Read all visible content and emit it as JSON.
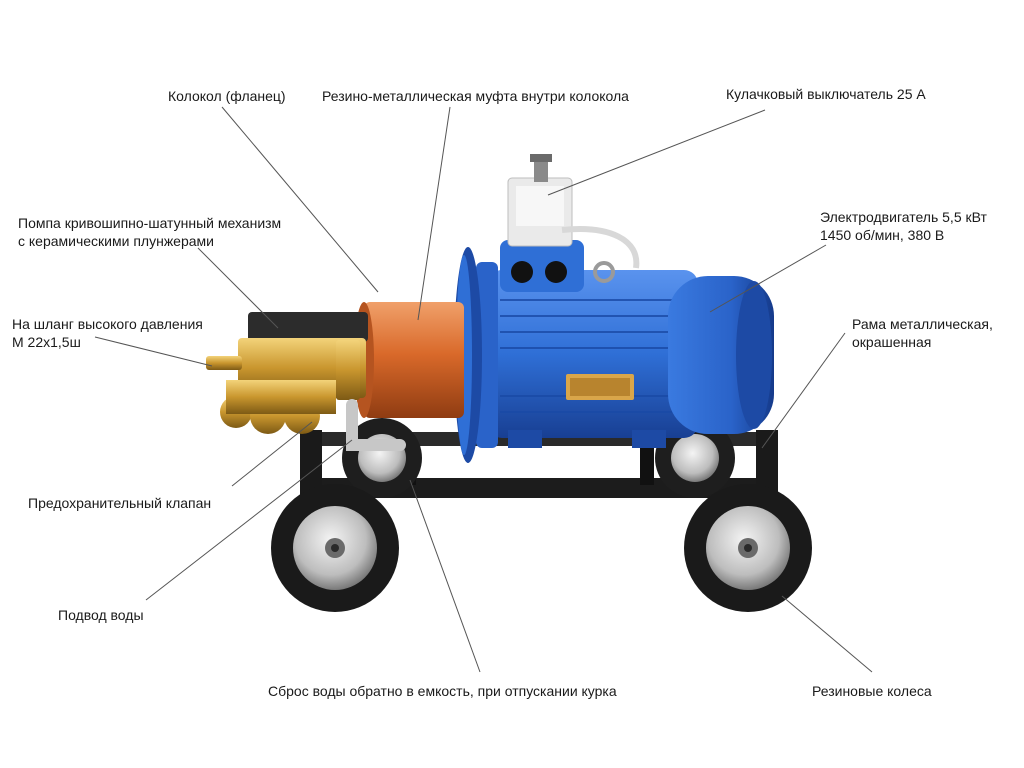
{
  "labels": {
    "bell": "Колокол (фланец)",
    "coupling": "Резино-металлическая муфта внутри колокола",
    "cam_switch": "Кулачковый выключатель 25 А",
    "pump": [
      "Помпа кривошипно-шатунный механизм",
      "с керамическими плунжерами"
    ],
    "motor": [
      "Электродвигатель 5,5 кВт",
      "1450 об/мин, 380 В"
    ],
    "hose": [
      "На шланг высокого давления",
      "М 22х1,5ш"
    ],
    "frame": [
      "Рама металлическая,",
      "окрашенная"
    ],
    "relief_valve": "Предохранительный клапан",
    "water_inlet": "Подвод воды",
    "return_water": "Сброс воды обратно в емкость, при отпускании курка",
    "wheels": "Резиновые колеса"
  },
  "colors": {
    "motor_blue": "#2f6fd6",
    "motor_dark": "#1c4aa8",
    "bell_orange": "#d9692a",
    "brass": "#c9962e",
    "frame_black": "#1c1c1c",
    "leader_line": "#555555"
  }
}
